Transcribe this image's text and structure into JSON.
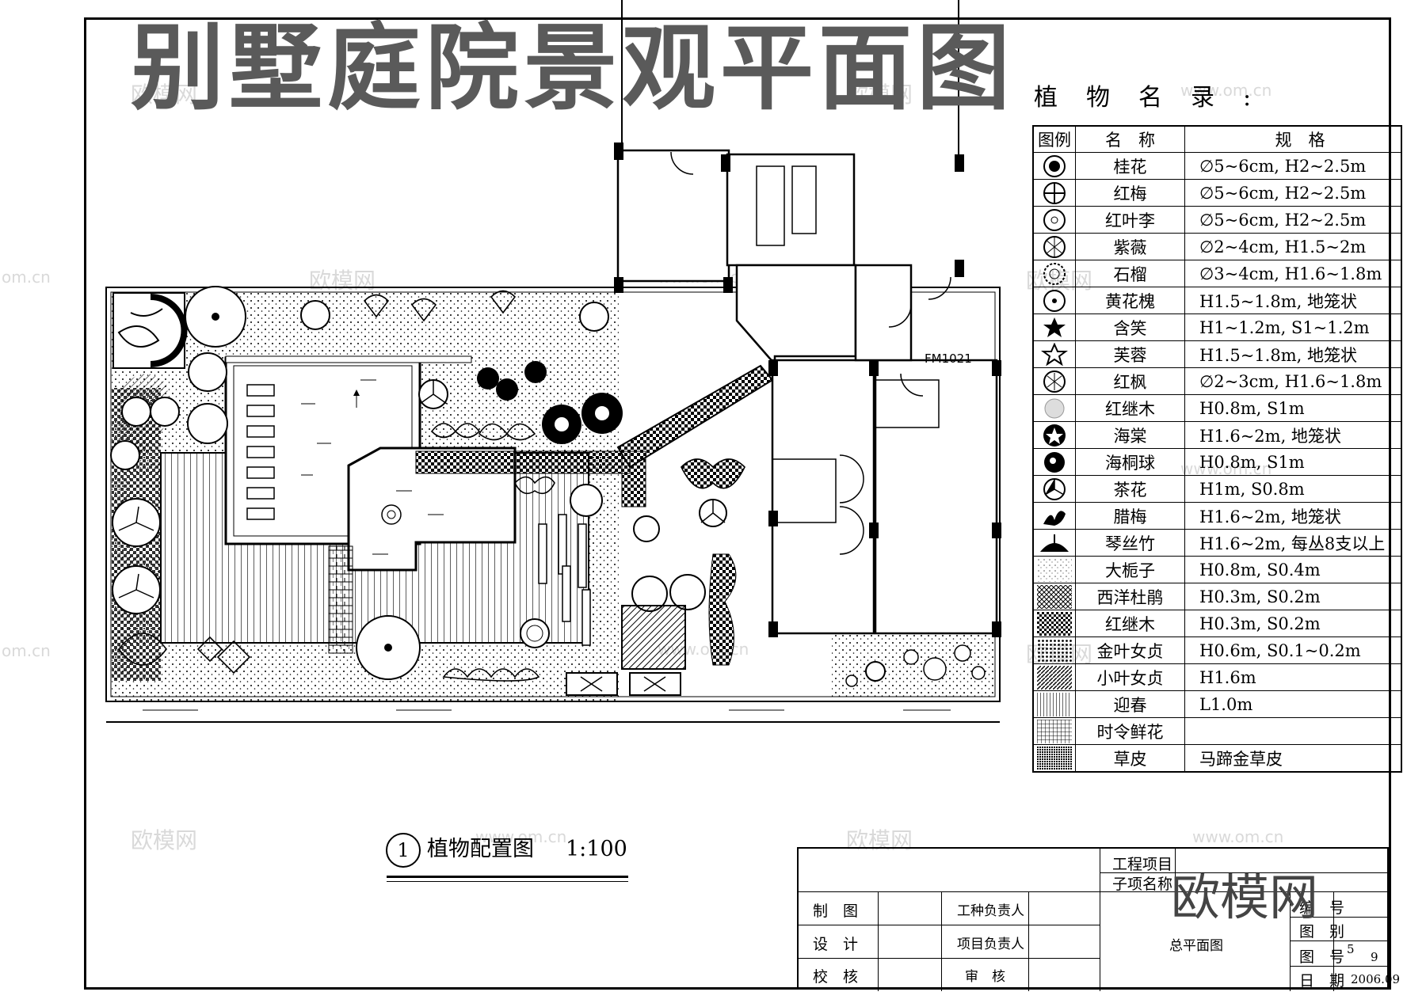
{
  "title": "别墅庭院景观平面图",
  "watermarks": [
    "欧模网",
    "www.om.cn",
    "om.cn"
  ],
  "plant_list": {
    "title": "植物名录:",
    "headers": {
      "legend": "图例",
      "name": "名　称",
      "spec": "规　格"
    },
    "rows": [
      {
        "symbol": "tree-osmanthus-icon",
        "name": "桂花",
        "spec": "∅5~6cm, H2~2.5m"
      },
      {
        "symbol": "tree-plum-icon",
        "name": "红梅",
        "spec": "∅5~6cm, H2~2.5m"
      },
      {
        "symbol": "tree-purple-plum-icon",
        "name": "红叶李",
        "spec": "∅5~6cm, H2~2.5m"
      },
      {
        "symbol": "crape-myrtle-icon",
        "name": "紫薇",
        "spec": "∅2~4cm, H1.5~2m"
      },
      {
        "symbol": "pomegranate-icon",
        "name": "石榴",
        "spec": "∅3~4cm, H1.6~1.8m"
      },
      {
        "symbol": "sophora-icon",
        "name": "黄花槐",
        "spec": "H1.5~1.8m, 地笼状"
      },
      {
        "symbol": "michelia-icon",
        "name": "含笑",
        "spec": "H1~1.2m, S1~1.2m"
      },
      {
        "symbol": "hibiscus-icon",
        "name": "芙蓉",
        "spec": "H1.5~1.8m, 地笼状"
      },
      {
        "symbol": "red-maple-icon",
        "name": "红枫",
        "spec": "∅2~3cm, H1.6~1.8m"
      },
      {
        "symbol": "loropetalum-ball-icon",
        "name": "红继木",
        "spec": "H0.8m, S1m"
      },
      {
        "symbol": "crabapple-icon",
        "name": "海棠",
        "spec": "H1.6~2m, 地笼状"
      },
      {
        "symbol": "pittosporum-ball-icon",
        "name": "海桐球",
        "spec": "H0.8m, S1m"
      },
      {
        "symbol": "camellia-icon",
        "name": "茶花",
        "spec": "H1m, S0.8m"
      },
      {
        "symbol": "wintersweet-icon",
        "name": "腊梅",
        "spec": "H1.6~2m, 地笼状"
      },
      {
        "symbol": "bamboo-icon",
        "name": "琴丝竹",
        "spec": "H1.6~2m, 每丛8支以上"
      },
      {
        "symbol": "gardenia-hatch-icon",
        "name": "大栀子",
        "spec": "H0.8m, S0.4m"
      },
      {
        "symbol": "azalea-hatch-icon",
        "name": "西洋杜鹃",
        "spec": "H0.3m, S0.2m"
      },
      {
        "symbol": "loropetalum-hatch-icon",
        "name": "红继木",
        "spec": "H0.3m, S0.2m"
      },
      {
        "symbol": "golden-privet-hatch-icon",
        "name": "金叶女贞",
        "spec": "H0.6m, S0.1~0.2m"
      },
      {
        "symbol": "privet-hatch-icon",
        "name": "小叶女贞",
        "spec": "H1.6m"
      },
      {
        "symbol": "jasmine-hatch-icon",
        "name": "迎春",
        "spec": "L1.0m"
      },
      {
        "symbol": "seasonal-flower-hatch-icon",
        "name": "时令鲜花",
        "spec": ""
      },
      {
        "symbol": "lawn-hatch-icon",
        "name": "草皮",
        "spec": "马蹄金草皮"
      }
    ]
  },
  "door_label": "FM1021",
  "caption": {
    "number": "1",
    "text": "植物配置图",
    "scale": "1:100"
  },
  "title_block": {
    "project": "工程项目",
    "subproject": "子项名称",
    "drawn": "制　图",
    "design": "设　计",
    "check": "校　核",
    "trade_lead": "工种负责人",
    "project_lead": "项目负责人",
    "review": "审　核",
    "drawing_name": "总平面图",
    "code_label": "编　号",
    "category_label": "图　别",
    "number_label": "图　号",
    "sheet_no": "5",
    "sheet_total": "9",
    "date_label": "日　期",
    "date": "2006.09",
    "brand": "欧模网"
  }
}
